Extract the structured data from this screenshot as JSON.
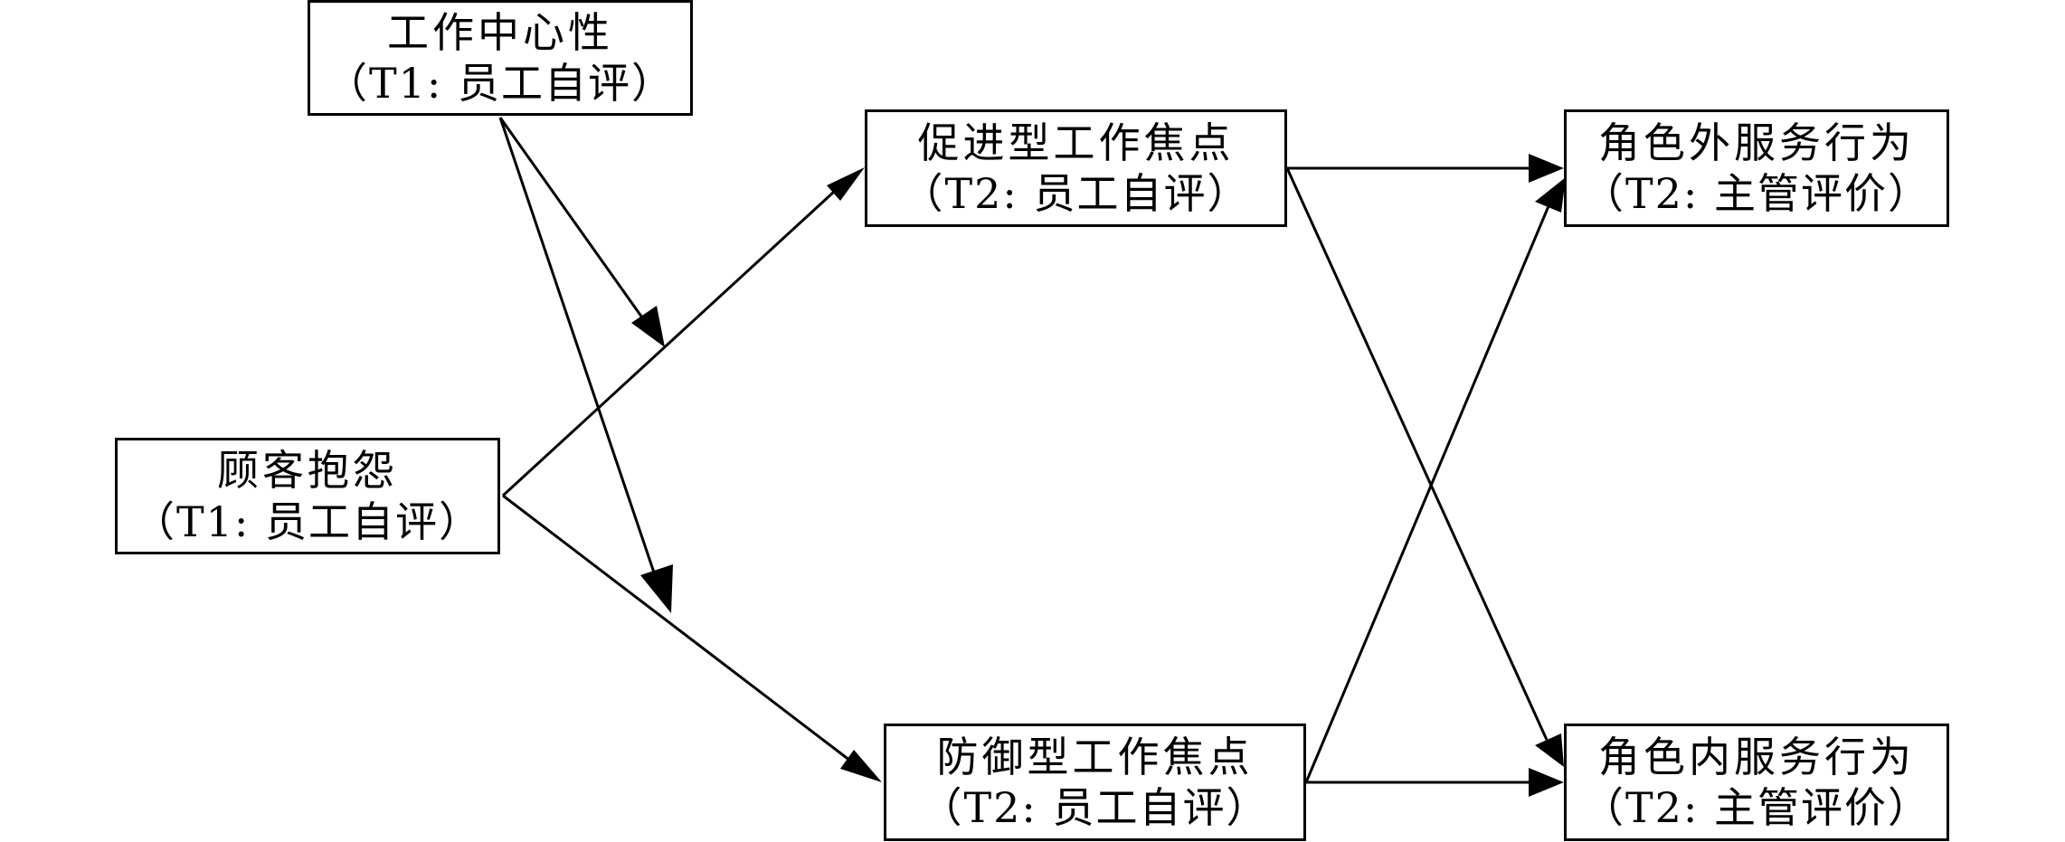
{
  "diagram": {
    "nodes": [
      {
        "id": "centrality",
        "title": "工作中心性",
        "subtitle": "（T1: 员工自评）"
      },
      {
        "id": "complaint",
        "title": "顾客抱怨",
        "subtitle": "（T1: 员工自评）"
      },
      {
        "id": "promotion",
        "title": "促进型工作焦点",
        "subtitle": "（T2: 员工自评）"
      },
      {
        "id": "prevention",
        "title": "防御型工作焦点",
        "subtitle": "（T2: 员工自评）"
      },
      {
        "id": "extrarole",
        "title": "角色外服务行为",
        "subtitle": "（T2: 主管评价）"
      },
      {
        "id": "inrole",
        "title": "角色内服务行为",
        "subtitle": "（T2: 主管评价）"
      }
    ],
    "edges": [
      {
        "from": "complaint",
        "to": "promotion",
        "kind": "path"
      },
      {
        "from": "complaint",
        "to": "prevention",
        "kind": "path"
      },
      {
        "from": "promotion",
        "to": "extrarole",
        "kind": "path"
      },
      {
        "from": "promotion",
        "to": "inrole",
        "kind": "path"
      },
      {
        "from": "prevention",
        "to": "extrarole",
        "kind": "path"
      },
      {
        "from": "prevention",
        "to": "inrole",
        "kind": "path"
      },
      {
        "from": "centrality",
        "to": "edge:complaint-promotion",
        "kind": "moderation"
      },
      {
        "from": "centrality",
        "to": "edge:complaint-prevention",
        "kind": "moderation"
      }
    ]
  }
}
